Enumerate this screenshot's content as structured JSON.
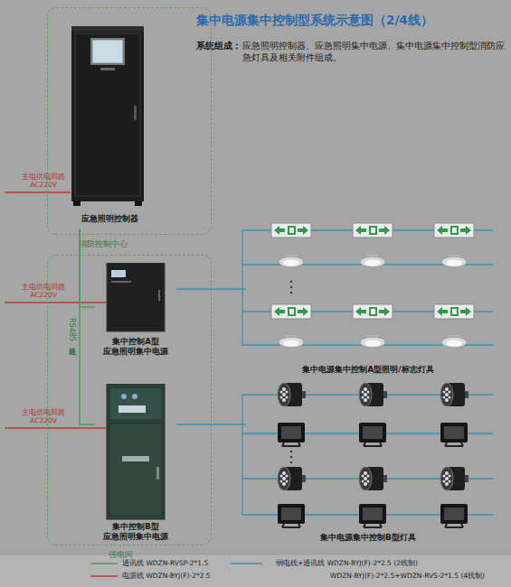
{
  "diagram": {
    "title": "集中电源集中控制型系统示意图（2/4线）",
    "nodes": [
      {
        "text": [
          "消防控制中心"
        ]
      },
      {
        "text": [
          "应急照明控制器"
        ],
        "in": 0
      },
      {
        "text": [
          "强电间"
        ]
      },
      {
        "text": [
          "集中控制A型 应急照明集中电源"
        ],
        "in": 2
      },
      {
        "text": [
          "集中控制B型 应急照明集中电源"
        ],
        "in": 2
      },
      {
        "text": [
          "集中电源集中控制A型照明/标志灯具"
        ]
      },
      {
        "text": [
          "集中电源集中控制B型灯具"
        ]
      }
    ],
    "edges": [
      {
        "from": 1,
        "to": 3,
        "arrow": "none"
      },
      {
        "from": 1,
        "to": 4,
        "arrow": "none",
        "label": "RS485通讯总线"
      },
      {
        "from": 3,
        "to": 5,
        "arrow": "none"
      },
      {
        "from": 4,
        "to": 6,
        "arrow": "none"
      }
    ],
    "labels": [
      "系统组成：",
      "应急照明控制器、应急照明集中电源、集中电源集中控制型消防应急灯具及相关附件组成。",
      "主电供电回路 AC220V",
      "主电供电回路 AC220V",
      "主电供电回路 AC220V",
      "WDZN-BYJ(F)-2*2.5+WDZN-RVS-2*1.5 (4线制)"
    ],
    "legend": [
      {
        "text": "通讯线 WDZN-RVSP-2*1.5"
      },
      {
        "text": "弱电线+通讯线 WDZN-BYJ(F)-2*2.5 (2线制)"
      },
      {
        "text": "电源线 WDZN-BYJ(F)-2*2.5"
      }
    ]
  }
}
